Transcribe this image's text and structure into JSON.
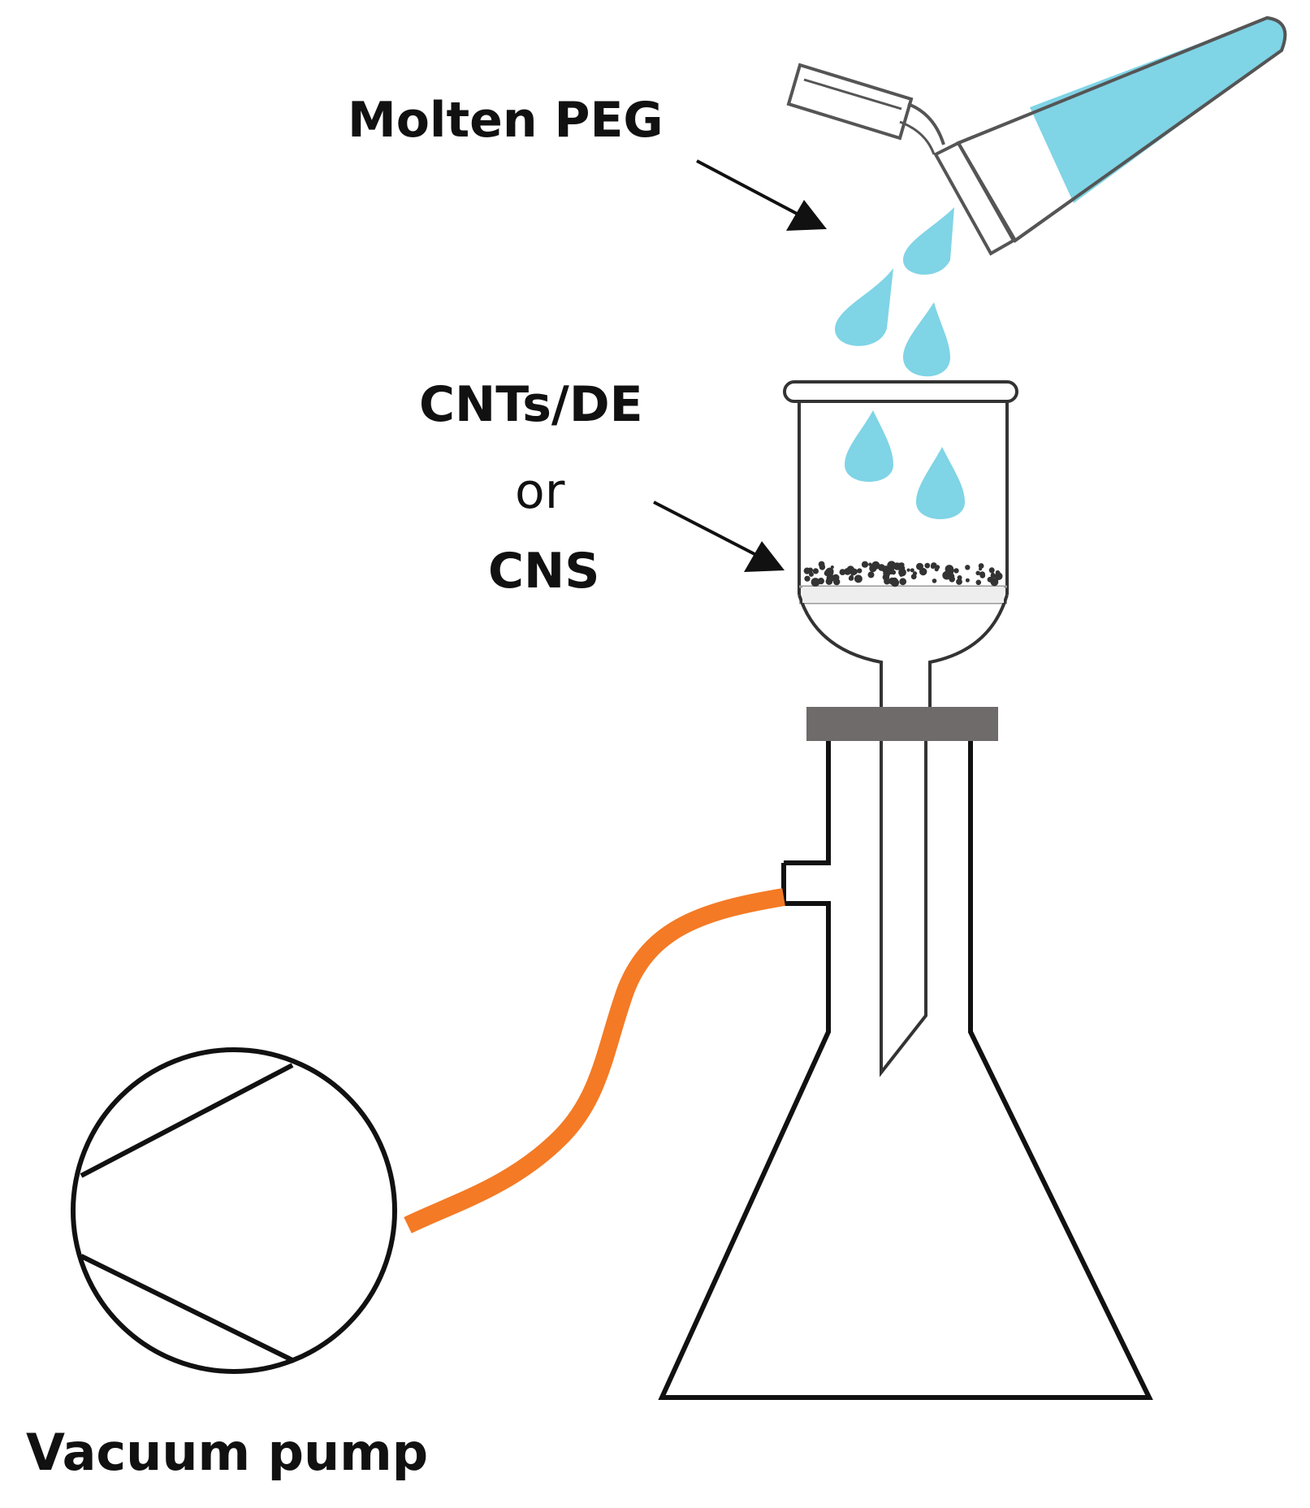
{
  "labels": {
    "molten_peg": "Molten PEG",
    "cnts_de": "CNTs/DE",
    "or": "or",
    "cns": "CNS",
    "vacuum_pump": "Vacuum pump"
  },
  "colors": {
    "liquid": "#7fd4e6",
    "tubing": "#f47a25",
    "stopper": "#6f6b6b",
    "outline": "#111111",
    "particles": "#333333"
  }
}
